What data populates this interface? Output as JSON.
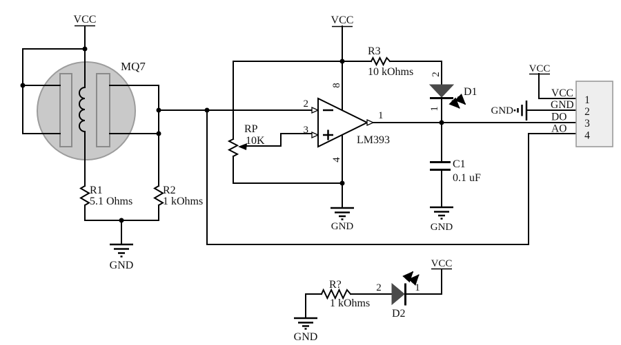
{
  "colors": {
    "background": "#ffffff",
    "wire": "#000000",
    "text": "#111111",
    "sensor_fill": "#c9c9c9",
    "sensor_stroke": "#9c9c9c",
    "electrode_stroke": "#8a8a8a",
    "led_fill": "#4a4a4a",
    "connector_fill": "#eeeeee",
    "connector_stroke": "#999999"
  },
  "power": {
    "vcc": "VCC",
    "gnd": "GND"
  },
  "components": {
    "sensor": {
      "ref": "MQ7"
    },
    "r1": {
      "ref": "R1",
      "value": "5.1 Ohms"
    },
    "r2": {
      "ref": "R2",
      "value": "1 kOhms"
    },
    "r3": {
      "ref": "R3",
      "value": "10 kOhms"
    },
    "rp": {
      "ref": "RP",
      "value": "10K"
    },
    "r_unknown": {
      "ref": "R?",
      "value": "1 kOhms"
    },
    "comparator": {
      "ref": "LM393",
      "pin_inverting": "2",
      "pin_noninverting": "3",
      "pin_output": "1",
      "pin_vcc": "8",
      "pin_gnd": "4"
    },
    "d1": {
      "ref": "D1",
      "pin_anode": "2",
      "pin_cathode": "1"
    },
    "d2": {
      "ref": "D2",
      "pin_anode": "2",
      "pin_cathode": "1"
    },
    "c1": {
      "ref": "C1",
      "value": "0.1 uF"
    }
  },
  "connector": {
    "pins": [
      {
        "number": "1",
        "label": "VCC"
      },
      {
        "number": "2",
        "label": "GND"
      },
      {
        "number": "3",
        "label": "DO"
      },
      {
        "number": "4",
        "label": "AO"
      }
    ]
  }
}
